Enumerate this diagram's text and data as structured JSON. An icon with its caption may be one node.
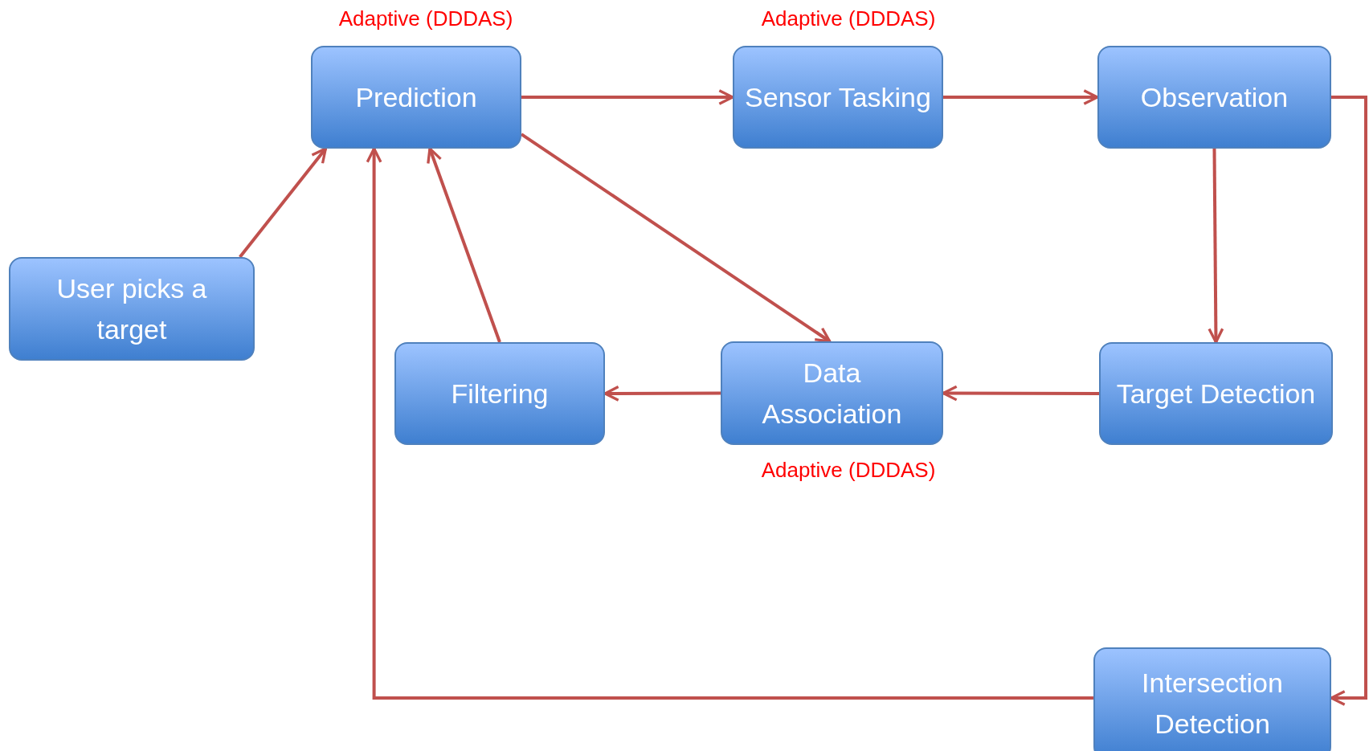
{
  "diagram": {
    "nodes": [
      {
        "text": [
          "Prediction"
        ],
        "beside": [
          "Adaptive (DDDAS)"
        ]
      },
      {
        "text": [
          "Sensor Tasking"
        ],
        "beside": [
          "Adaptive (DDDAS)"
        ]
      },
      {
        "text": [
          "Observation"
        ]
      },
      {
        "text": [
          "User picks a target"
        ]
      },
      {
        "text": [
          "Filtering"
        ]
      },
      {
        "text": [
          "Data Association"
        ],
        "beside": [
          "Adaptive (DDDAS)"
        ]
      },
      {
        "text": [
          "Target Detection"
        ]
      },
      {
        "text": [
          "Intersection Detection"
        ]
      }
    ],
    "edges": [
      {
        "from": 0,
        "to": 1,
        "arrow": "to"
      },
      {
        "from": 1,
        "to": 2,
        "arrow": "to"
      },
      {
        "from": 2,
        "to": 6,
        "arrow": "to"
      },
      {
        "from": 6,
        "to": 5,
        "arrow": "to"
      },
      {
        "from": 5,
        "to": 4,
        "arrow": "to"
      },
      {
        "from": 4,
        "to": 0,
        "arrow": "to"
      },
      {
        "from": 0,
        "to": 5,
        "arrow": "to"
      },
      {
        "from": 3,
        "to": 0,
        "arrow": "to"
      },
      {
        "from": 2,
        "to": 7,
        "arrow": "to"
      },
      {
        "from": 7,
        "to": 0,
        "arrow": "to"
      }
    ]
  }
}
